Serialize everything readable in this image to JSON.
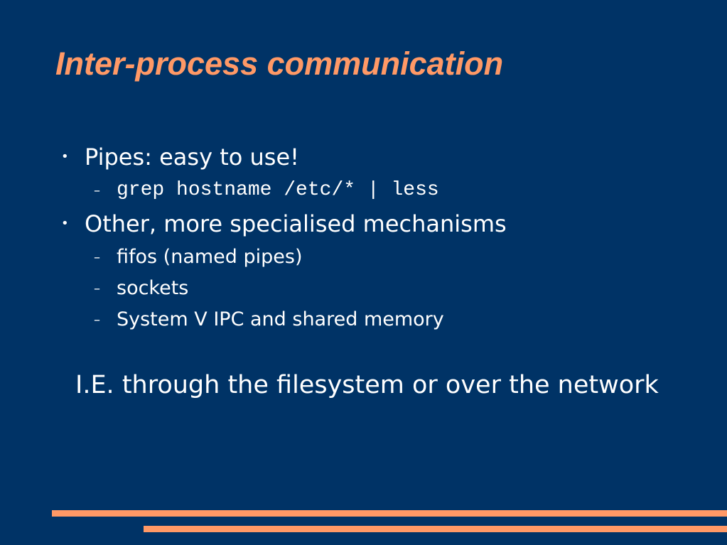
{
  "slide": {
    "title": "Inter-process communication",
    "bullets": [
      {
        "text": "Pipes: easy to use!",
        "sub": [
          {
            "text": "grep hostname /etc/* | less"
          }
        ]
      },
      {
        "text": "Other, more specialised mechanisms",
        "sub": [
          {
            "text": "fifos (named pipes)"
          },
          {
            "text": "sockets"
          },
          {
            "text": "System V IPC and shared memory"
          }
        ]
      }
    ],
    "note": "I.E. through the filesystem or over the network"
  },
  "glyphs": {
    "bullet": "•",
    "dash": "–"
  },
  "colors": {
    "background": "#003366",
    "title": "#ff9966",
    "text": "#ffffff",
    "rule": "#ff9966"
  }
}
